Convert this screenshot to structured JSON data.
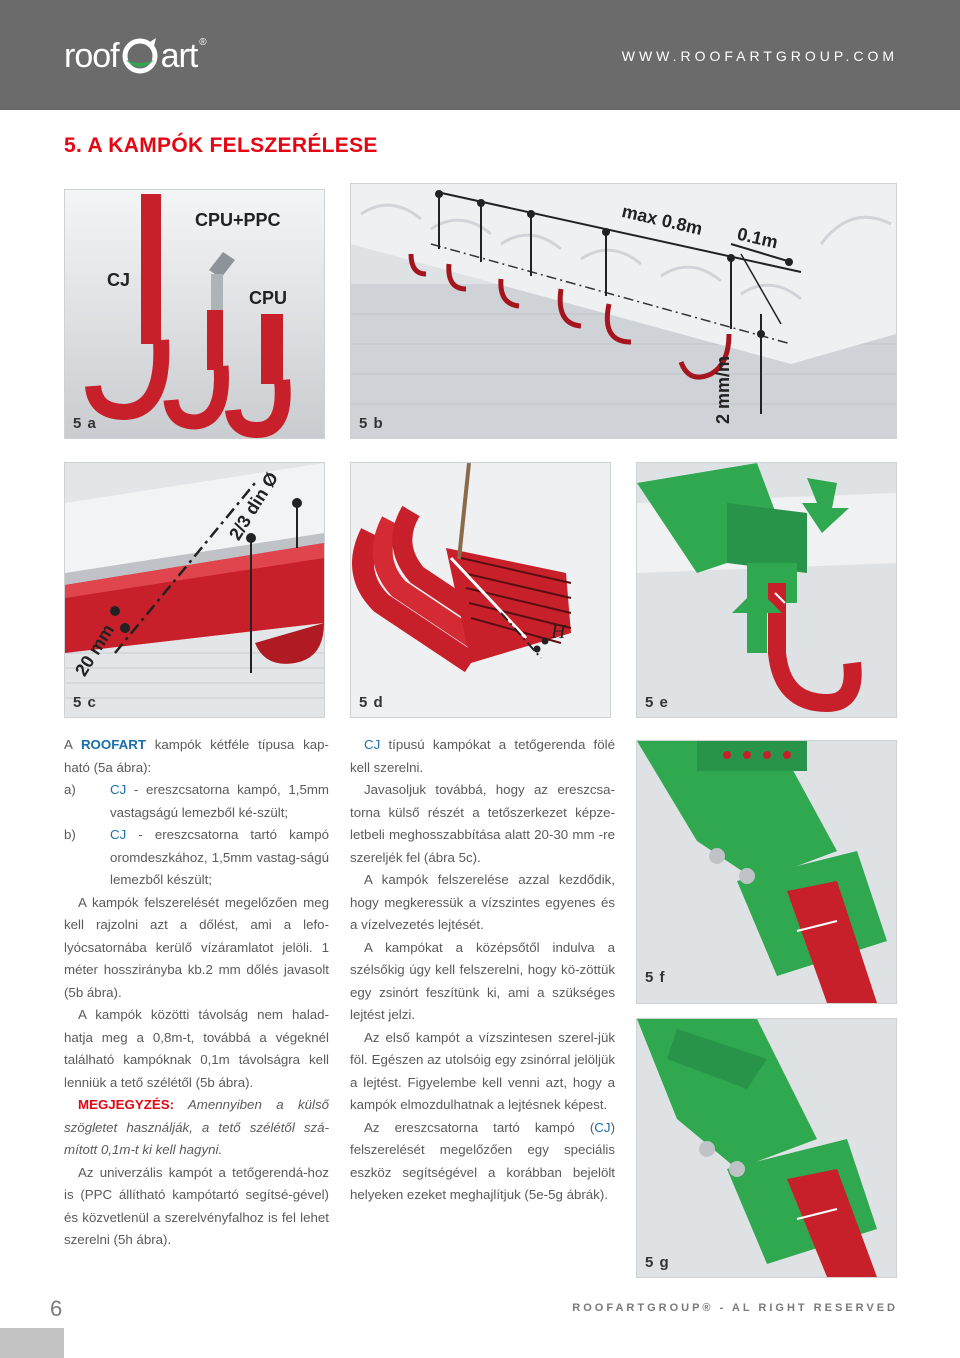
{
  "header": {
    "logo_left": "roof",
    "logo_right": "art",
    "logo_reg": "®",
    "url": "WWW.ROOFARTGROUP.COM"
  },
  "title": "5. A KAMPÓK FELSZERÉLESE",
  "figures": {
    "a": {
      "label": "5 a",
      "cj": "CJ",
      "cpuppc": "CPU+PPC",
      "cpu": "CPU"
    },
    "b": {
      "label": "5 b",
      "max": "max 0.8m",
      "offset": "0.1m",
      "slope": "2 mm/m"
    },
    "c": {
      "label": "5 c",
      "ratio": "2/3 din Ø",
      "gap": "20 mm"
    },
    "d": {
      "label": "5 d",
      "h": "H"
    },
    "e": {
      "label": "5 e"
    },
    "f": {
      "label": "5 f"
    },
    "g": {
      "label": "5 g"
    }
  },
  "left_col": {
    "p1_a": "A ",
    "p1_brand": "ROOFART",
    "p1_b": " kampók kétféle típusa kap-ható (5a ábra):",
    "li_a_k": "a)",
    "li_a_cj": "CJ",
    "li_a_v": " - ereszcsatorna kampó, 1,5mm vastagságú lemezből ké-szült;",
    "li_b_k": "b)",
    "li_b_cj": "CJ",
    "li_b_v": " - ereszcsatorna tartó kampó oromdeszkához, 1,5mm vastag-ságú lemezből készült;",
    "p2": "A kampók felszerelését megelőzően meg kell rajzolni azt a dőlést, ami a lefo-lyócsatornába kerülő vízáramlatot jelöli. 1 méter hosszirányba kb.2 mm dőlés javasolt (5b ábra).",
    "p3": "A kampók közötti távolság nem halad-hatja meg a 0,8m-t, továbbá a végeknél található kampóknak 0,1m távolságra kell lenniük a tető szélétől (5b ábra).",
    "note_label": "MEGJEGYZÉS:",
    "note_text": " Amennyiben a külső szögletet használják, a tető szélétől szá-mított 0,1m-t ki kell hagyni.",
    "p4": "Az univerzális kampót a tetőgerendá-hoz is (PPC állítható kampótartó segítsé-gével) és közvetlenül a szerelvényfalhoz is fel lehet szerelni (5h ábra)."
  },
  "mid_col": {
    "p1_cj": "CJ",
    "p1_rest": " típusú kampókat a tetőgerenda fölé kell szerelni.",
    "p2": "Javasoljuk továbbá, hogy az ereszcsa-torna külső részét a tetőszerkezet képze-letbeli meghosszabbítása alatt 20-30 mm -re szereljék fel (ábra 5c).",
    "p3": "A kampók felszerelése azzal kezdődik, hogy megkeressük a vízszintes egyenes és a vízelvezetés lejtését.",
    "p4": "A kampókat a középsőtől indulva a szélsőkig úgy kell felszerelni, hogy kö-zöttük egy zsinórt feszítünk ki, ami a szükséges lejtést jelzi.",
    "p5": "Az első kampót a vízszintesen szerel-jük föl. Egészen az utolsóig egy zsinórral jelöljük a lejtést. Figyelembe kell venni azt, hogy a kampók elmozdulhatnak a lejtésnek képest.",
    "p6_a": "Az ereszcsatorna tartó kampó (",
    "p6_cj": "CJ",
    "p6_b": ") felszerelését megelőzően egy speciális eszköz segítségével a korábban bejelölt helyeken ezeket meghajlítjuk (5e-5g ábrák)."
  },
  "footer": {
    "page": "6",
    "rights": "ROOFARTGROUP® - AL RIGHT RESERVED"
  },
  "colors": {
    "header": "#6b6b6b",
    "title": "#e30613",
    "hook_red": "#c8202a",
    "tool_green": "#2fa84f",
    "logo_green": "#2fa84f",
    "brand_blue": "#1a6fa7"
  }
}
